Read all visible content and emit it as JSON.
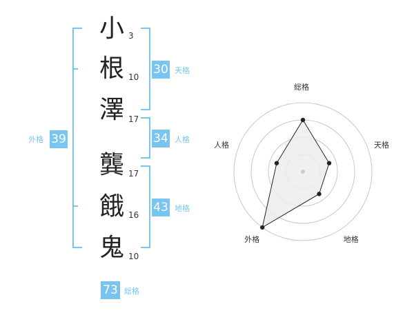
{
  "name": {
    "characters": [
      {
        "char": "小",
        "strokes": "3"
      },
      {
        "char": "根",
        "strokes": "10"
      },
      {
        "char": "澤",
        "strokes": "17"
      },
      {
        "char": "龔",
        "strokes": "17"
      },
      {
        "char": "餓",
        "strokes": "16"
      },
      {
        "char": "鬼",
        "strokes": "10"
      }
    ]
  },
  "kakaku": {
    "tenkaku": {
      "value": "30",
      "label": "天格"
    },
    "jinkaku": {
      "value": "34",
      "label": "人格"
    },
    "chikaku": {
      "value": "43",
      "label": "地格"
    },
    "gaikaku": {
      "value": "39",
      "label": "外格"
    },
    "soukaku": {
      "value": "73",
      "label": "総格"
    }
  },
  "radar": {
    "axes": [
      "総格",
      "天格",
      "地格",
      "外格",
      "人格"
    ],
    "values": [
      0.75,
      0.4,
      0.4,
      1.0,
      0.4
    ],
    "rings": 4,
    "colors": {
      "grid": "#c8c8c8",
      "fill": "#ececec",
      "line": "#222222",
      "center": "#cccccc"
    }
  },
  "colors": {
    "accent": "#79c5f0"
  }
}
